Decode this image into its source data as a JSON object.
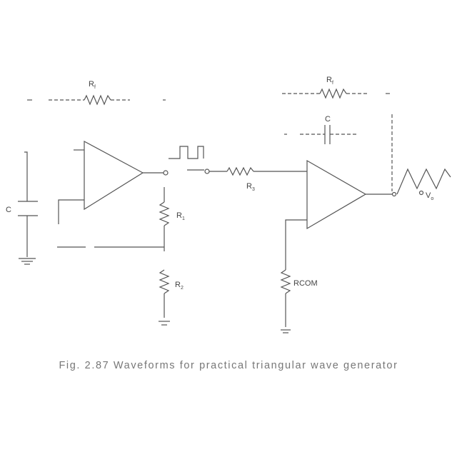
{
  "labels": {
    "r_feedback_1": {
      "main": "R",
      "sub": "f"
    },
    "c_left": "C",
    "r1": {
      "main": "R",
      "sub": "1"
    },
    "r2": {
      "main": "R",
      "sub": "2"
    },
    "r_feedback_2": {
      "main": "R",
      "sub": "f"
    },
    "c_integrator": "C",
    "r3": {
      "main": "R",
      "sub": "3"
    },
    "rcom": "RCOM",
    "v_out": {
      "main": "V",
      "sub": "o"
    }
  },
  "caption": "Fig. 2.87 Waveforms for practical triangular wave generator",
  "colors": {
    "line": "#555555",
    "text": "#444444",
    "caption": "#777777"
  }
}
